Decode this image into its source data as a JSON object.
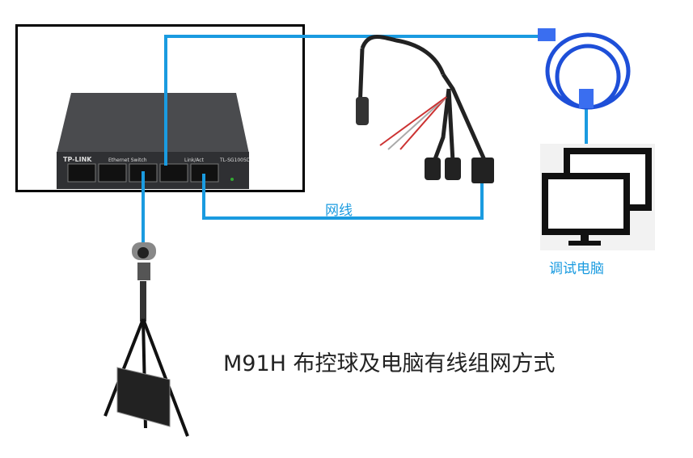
{
  "switch": {
    "brand": "TP-LINK",
    "type": "Ethernet Switch",
    "model": "TL-SG1005D",
    "port_label": "Link/Act"
  },
  "cable_label": "网线",
  "pc_label": "调试电脑",
  "title": "M91H 布控球及电脑有线组网方式",
  "colors": {
    "line": "#1a9be0",
    "switch": "#3a3b3e",
    "monitor": "#111111"
  }
}
